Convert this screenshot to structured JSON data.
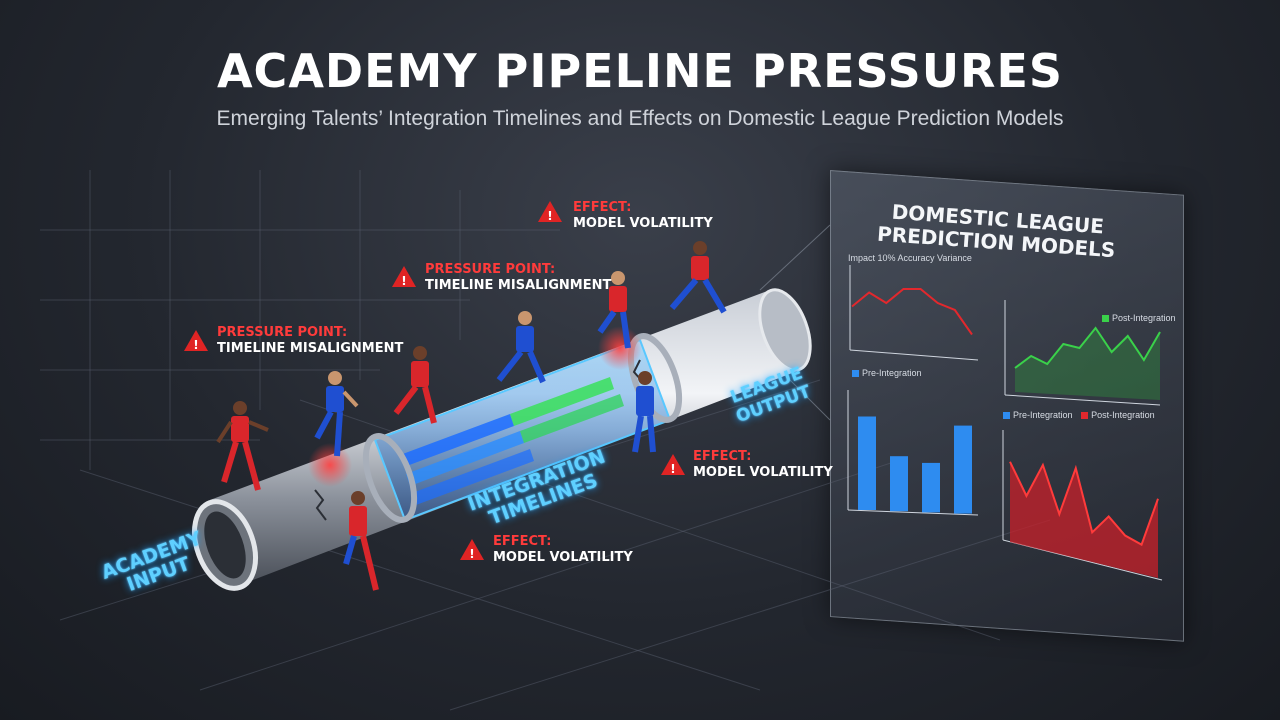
{
  "title": "ACADEMY PIPELINE PRESSURES",
  "subtitle": "Emerging Talents’ Integration Timelines and Effects on Domestic League Prediction Models",
  "pipeline": {
    "input_label": "ACADEMY INPUT",
    "middle_label": "INTEGRATION TIMELINES",
    "output_label": "LEAGUE OUTPUT"
  },
  "callouts": [
    {
      "head": "EFFECT:",
      "body": "MODEL VOLATILITY"
    },
    {
      "head": "PRESSURE POINT:",
      "body": "TIMELINE MISALIGNMENT"
    },
    {
      "head": "PRESSURE POINT:",
      "body": "TIMELINE MISALIGNMENT"
    },
    {
      "head": "EFFECT:",
      "body": "MODEL VOLATILITY"
    },
    {
      "head": "EFFECT:",
      "body": "MODEL VOLATILITY"
    }
  ],
  "panel": {
    "title": "DOMESTIC LEAGUE PREDICTION MODELS",
    "chart1_label": "Impact 10% Accuracy Variance",
    "chart2_legend": "Post-Integration",
    "chart3_legend": "Pre-Integration",
    "chart4_legend_pre": "Pre-Integration",
    "chart4_legend_post": "Post-Integration"
  },
  "colors": {
    "accent_red": "#ff3b3b",
    "accent_blue": "#5fd0ff",
    "kit_red": "#d9262b",
    "kit_blue": "#1f4fd1",
    "line_green": "#3ad14a",
    "bar_blue": "#2e8cf0"
  },
  "chart_data": [
    {
      "type": "line",
      "series": [
        {
          "values": [
            0.55,
            0.75,
            0.6,
            0.8,
            0.8,
            0.6,
            0.5,
            0.15
          ]
        }
      ]
    },
    {
      "type": "area",
      "series": [
        {
          "name": "Post-Integration",
          "values": [
            0.3,
            0.45,
            0.35,
            0.6,
            0.55,
            0.8,
            0.5,
            0.7,
            0.4,
            0.75
          ]
        }
      ]
    },
    {
      "type": "bar",
      "series": [
        {
          "name": "Pre-Integration",
          "values": [
            0.85,
            0.5,
            0.45,
            0.8
          ]
        }
      ]
    },
    {
      "type": "area",
      "series": [
        {
          "name": "Post-Integration",
          "values": [
            0.8,
            0.5,
            0.85,
            0.4,
            0.9,
            0.3,
            0.5,
            0.35,
            0.3,
            0.8
          ]
        }
      ]
    }
  ]
}
